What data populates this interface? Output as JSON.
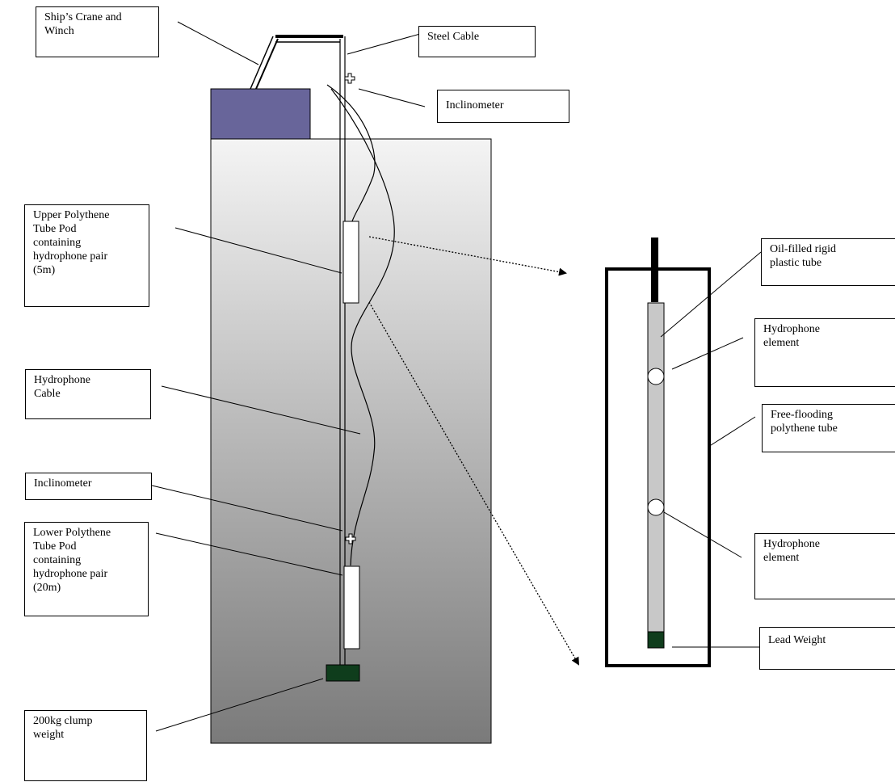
{
  "labels": {
    "crane": "Ship’s Crane and\nWinch",
    "steel_cable": "Steel Cable",
    "inclinometer_top": "Inclinometer",
    "upper_pod": "Upper Polythene\nTube Pod\ncontaining\nhydrophone pair\n(5m)",
    "hydrophone_cable": "Hydrophone\nCable",
    "inclinometer_lower": "Inclinometer",
    "lower_pod": "Lower Polythene\nTube Pod\ncontaining\nhydrophone pair\n(20m)",
    "clump_weight": "200kg clump\nweight",
    "oil_tube": "Oil-filled rigid\nplastic tube",
    "hydrophone_element_1": "Hydrophone\nelement",
    "free_flooding": "Free-flooding\npolythene tube",
    "hydrophone_element_2": "Hydrophone\nelement",
    "lead_weight": "Lead Weight"
  },
  "colors": {
    "ship": "#68659a",
    "water_top": "#f4f4f4",
    "water_bottom": "#7a7a7a",
    "weight": "#0f3d1c",
    "inner_tube": "#c8c8c8"
  }
}
